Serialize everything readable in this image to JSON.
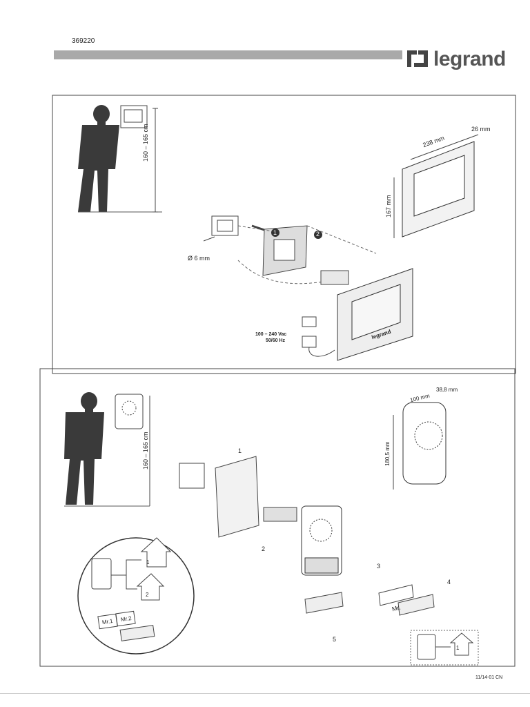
{
  "header": {
    "ref_code": "369220",
    "brand": "legrand"
  },
  "panel1": {
    "height_range": "160 – 165 cm",
    "width_dim": "238 mm",
    "depth_dim": "26 mm",
    "height_dim": "167 mm",
    "hole_dim": "Ø 6 mm",
    "step1": "1",
    "step2": "2",
    "power_line1": "100 – 240 Vac",
    "power_line2": "50/60 Hz",
    "device_brand": "legrand"
  },
  "panel2": {
    "height_range": "160 – 165 cm",
    "width_dim": "100 mm",
    "depth_dim": "38,8 mm",
    "height_dim": "180,5 mm",
    "step1": "1",
    "step2": "2",
    "step3": "3",
    "step4": "4",
    "step5": "5",
    "label_mr1": "Mr.1",
    "label_mr2": "Mr.2",
    "label_mr": "Mr.",
    "button1": "1",
    "button2": "2",
    "inset_button": "1"
  },
  "footer": {
    "code": "11/14-01 CN"
  }
}
